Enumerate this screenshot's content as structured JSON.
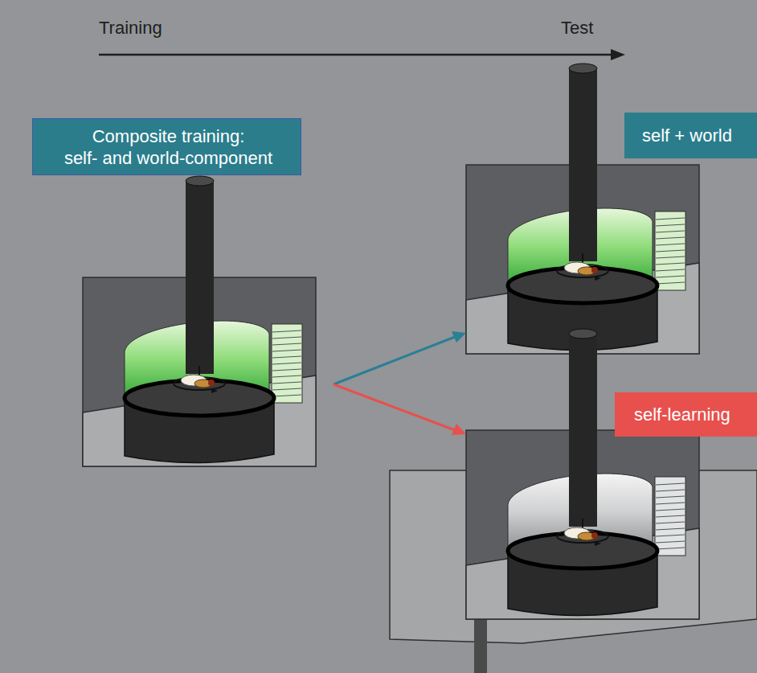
{
  "diagram": {
    "nodes": [
      {
        "text": [
          "Composite training:",
          "self- and world-component"
        ]
      },
      {
        "text": [
          "self + world"
        ]
      },
      {
        "text": [
          "self-learning"
        ]
      }
    ],
    "labels": [
      "Training",
      "Test"
    ]
  }
}
